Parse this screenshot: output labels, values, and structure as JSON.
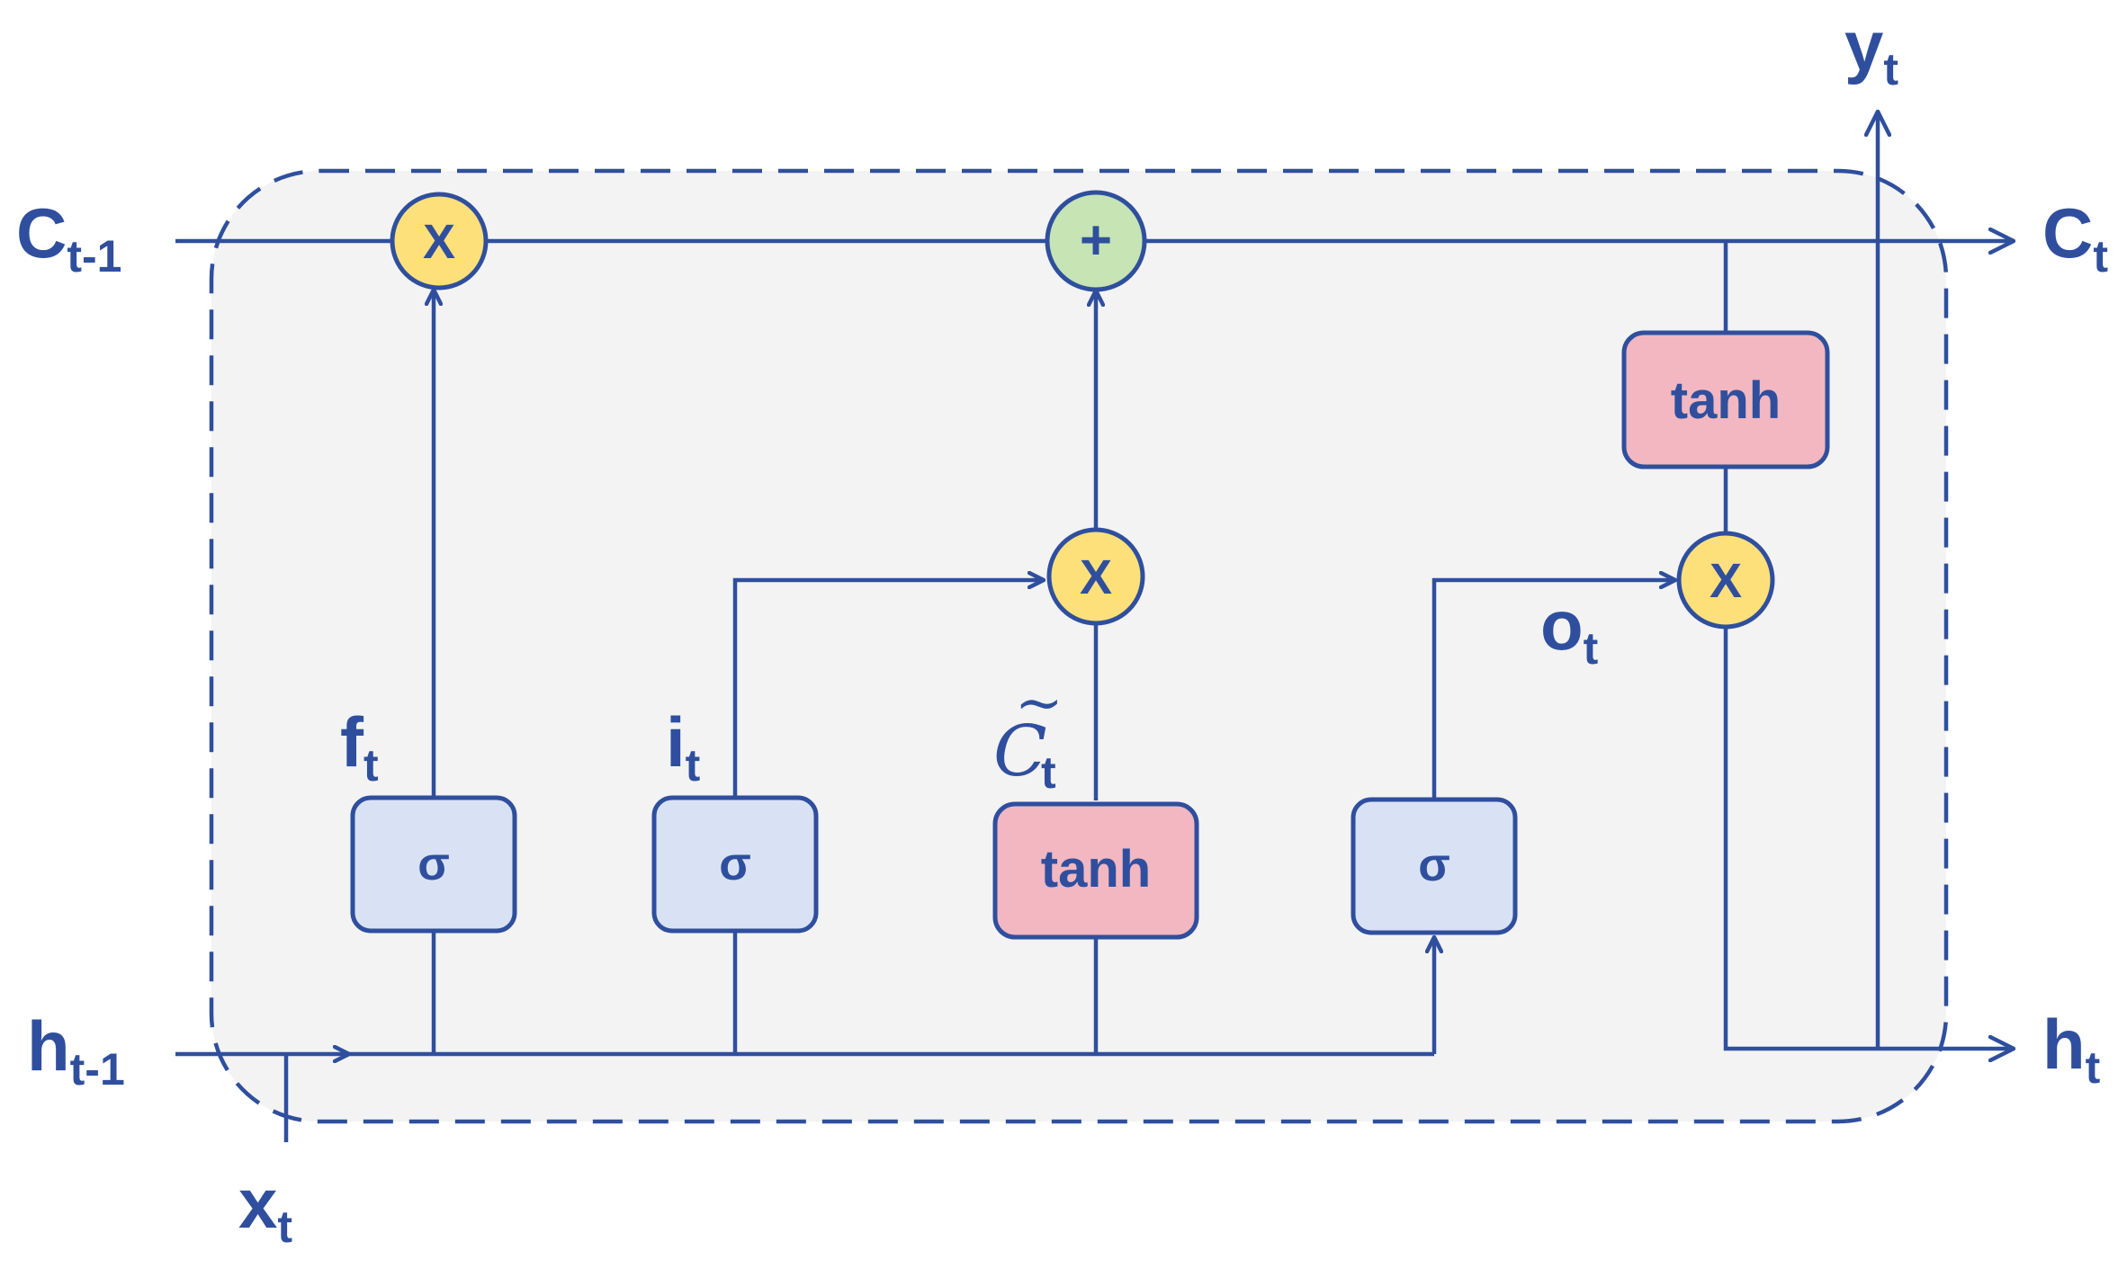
{
  "labels": {
    "c_prev": {
      "main": "C",
      "sub": "t-1"
    },
    "c_next": {
      "main": "C",
      "sub": "t"
    },
    "h_prev": {
      "main": "h",
      "sub": "t-1"
    },
    "h_next": {
      "main": "h",
      "sub": "t"
    },
    "y_out": {
      "main": "y",
      "sub": "t"
    },
    "x_in": {
      "main": "x",
      "sub": "t"
    },
    "forget_gate": {
      "main": "f",
      "sub": "t"
    },
    "input_gate": {
      "main": "i",
      "sub": "t"
    },
    "candidate": {
      "main": "C",
      "tilde": "~",
      "sub": "t"
    },
    "output_gate": {
      "main": "o",
      "sub": "t"
    }
  },
  "blocks": {
    "forget_sigma": "σ",
    "input_sigma": "σ",
    "candidate_tanh": "tanh",
    "output_sigma": "σ",
    "cell_tanh": "tanh"
  },
  "operators": {
    "forget_mult": "X",
    "cell_add": "+",
    "input_mult": "X",
    "output_mult": "X"
  },
  "colors": {
    "line": "#2f4f9e",
    "cell_background": "#f3f3f3",
    "sigma_box": "#d9e2f4",
    "tanh_box": "#f2b7c0",
    "multiply_node": "#fde07a",
    "add_node": "#c6e4b4"
  }
}
